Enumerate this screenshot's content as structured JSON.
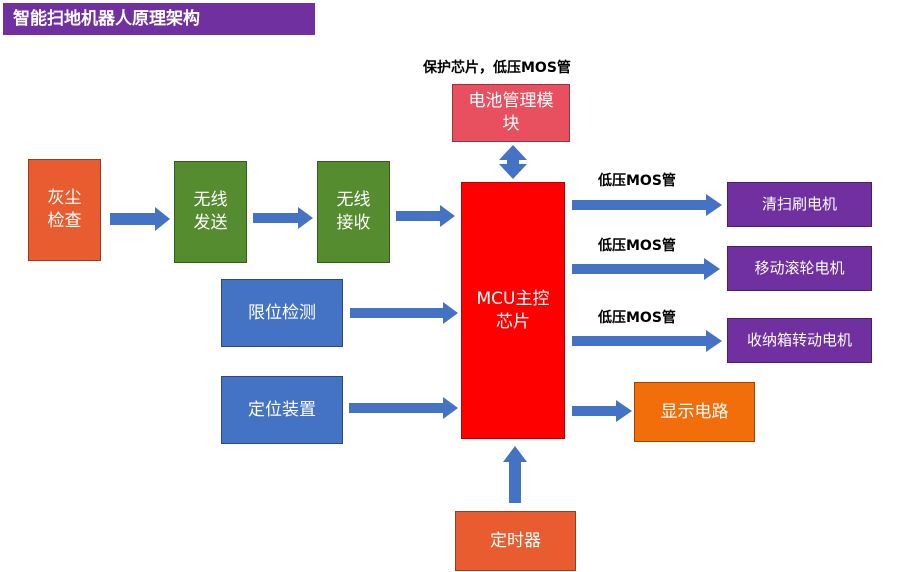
{
  "title": "智能扫地机器人原理架构",
  "nodes": {
    "dust": "灰尘\n检查",
    "wireless_send": "无线\n发送",
    "wireless_recv": "无线\n接收",
    "limit": "限位检测",
    "locate": "定位装置",
    "mcu": "MCU主控\n芯片",
    "battery": "电池管理模\n块",
    "timer": "定时器",
    "clean_motor": "清扫刷电机",
    "move_motor": "移动滚轮电机",
    "bin_motor": "收纳箱转动电机",
    "display": "显示电路"
  },
  "labels": {
    "battery_top": "保护芯片，低压MOS管",
    "mos1": "低压MOS管",
    "mos2": "低压MOS管",
    "mos3": "低压MOS管"
  },
  "colors": {
    "arrow": "#4472C4",
    "title_bg": "#7030A0"
  }
}
